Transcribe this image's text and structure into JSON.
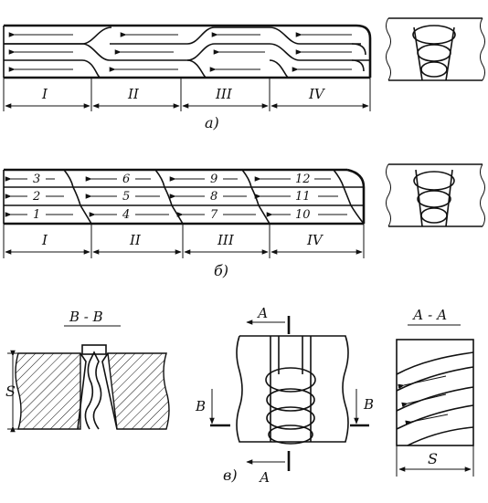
{
  "panel_a": {
    "section_labels": [
      "I",
      "II",
      "III",
      "IV"
    ],
    "caption": "а)"
  },
  "panel_b": {
    "section_labels": [
      "I",
      "II",
      "III",
      "IV"
    ],
    "row_top_numbers": [
      "3",
      "6",
      "9",
      "12"
    ],
    "row_mid_numbers": [
      "2",
      "5",
      "8",
      "11"
    ],
    "row_bot_numbers": [
      "1",
      "4",
      "7",
      "10"
    ],
    "caption": "б)"
  },
  "panel_c": {
    "section_bb_title": "В - В",
    "thickness_label": "S",
    "plan_cut_label_top": "А",
    "plan_cut_label_bottom": "А",
    "plan_cut_label_left": "В",
    "plan_cut_label_right": "В",
    "section_aa_title": "А - А",
    "section_aa_width_label": "S",
    "caption": "в)"
  }
}
